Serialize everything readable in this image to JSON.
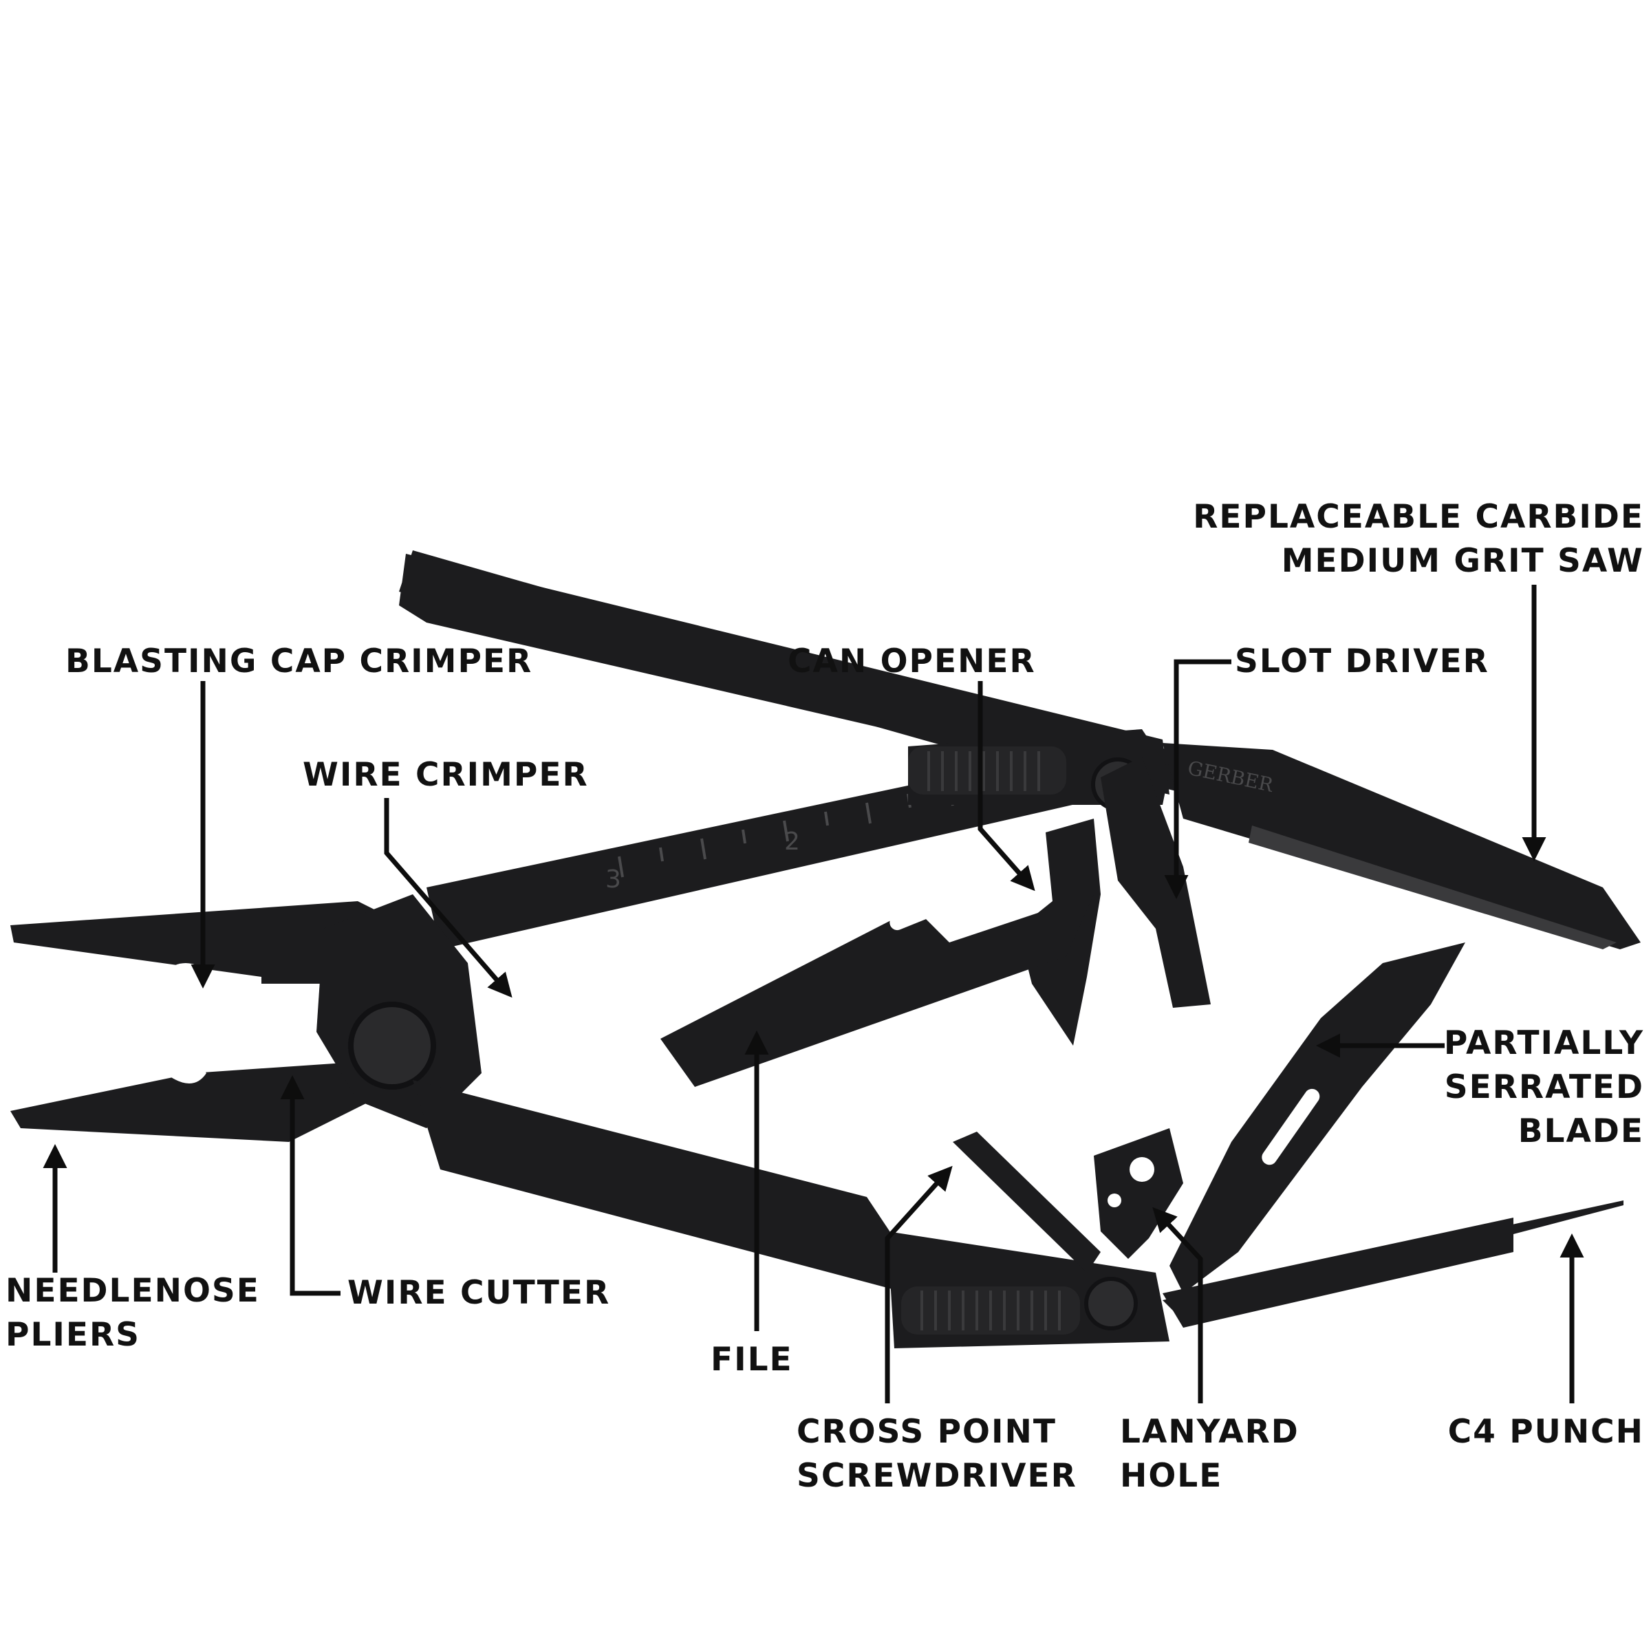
{
  "colors": {
    "background": "#ffffff",
    "tool_body": "#1c1c1e",
    "tool_edge": "#3a3a3c",
    "arrow": "#0d0d0d",
    "text": "#111111"
  },
  "labels": {
    "saw": [
      "REPLACEABLE CARBIDE",
      "MEDIUM GRIT SAW"
    ],
    "blasting_cap_crimper": [
      "BLASTING CAP CRIMPER"
    ],
    "can_opener": [
      "CAN OPENER"
    ],
    "slot_driver": [
      "SLOT DRIVER"
    ],
    "wire_crimper": [
      "WIRE CRIMPER"
    ],
    "partially_serrated_blade": [
      "PARTIALLY",
      "SERRATED",
      "BLADE"
    ],
    "needlenose_pliers": [
      "NEEDLENOSE",
      "PLIERS"
    ],
    "wire_cutter": [
      "WIRE CUTTER"
    ],
    "file": [
      "FILE"
    ],
    "cross_point_screwdriver": [
      "CROSS POINT",
      "SCREWDRIVER"
    ],
    "lanyard_hole": [
      "LANYARD",
      "HOLE"
    ],
    "c4_punch": [
      "C4 PUNCH"
    ]
  },
  "tool_markings": {
    "brand": "GERBER",
    "ruler_numbers": [
      "3",
      "2"
    ]
  }
}
